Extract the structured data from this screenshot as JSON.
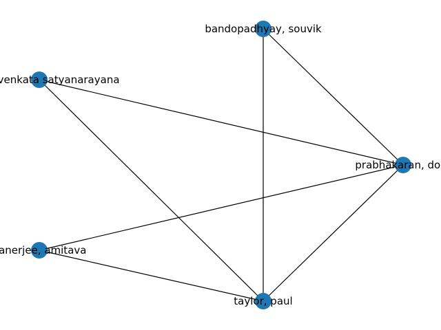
{
  "graph": {
    "node_color": "#1f77b4",
    "edge_color": "#000000",
    "nodes": [
      {
        "id": "bandopadhyay",
        "label": "bandopadhyay, souvik"
      },
      {
        "id": "malleti",
        "label": "malleti venkata satyanarayana"
      },
      {
        "id": "prabhakaran",
        "label": "prabhakaran, dora"
      },
      {
        "id": "banerjee",
        "label": "banerjee, amitava"
      },
      {
        "id": "taylor",
        "label": "taylor, paul"
      }
    ],
    "edges": [
      [
        "bandopadhyay",
        "prabhakaran"
      ],
      [
        "bandopadhyay",
        "taylor"
      ],
      [
        "malleti",
        "prabhakaran"
      ],
      [
        "malleti",
        "taylor"
      ],
      [
        "banerjee",
        "prabhakaran"
      ],
      [
        "banerjee",
        "taylor"
      ],
      [
        "prabhakaran",
        "taylor"
      ]
    ]
  }
}
